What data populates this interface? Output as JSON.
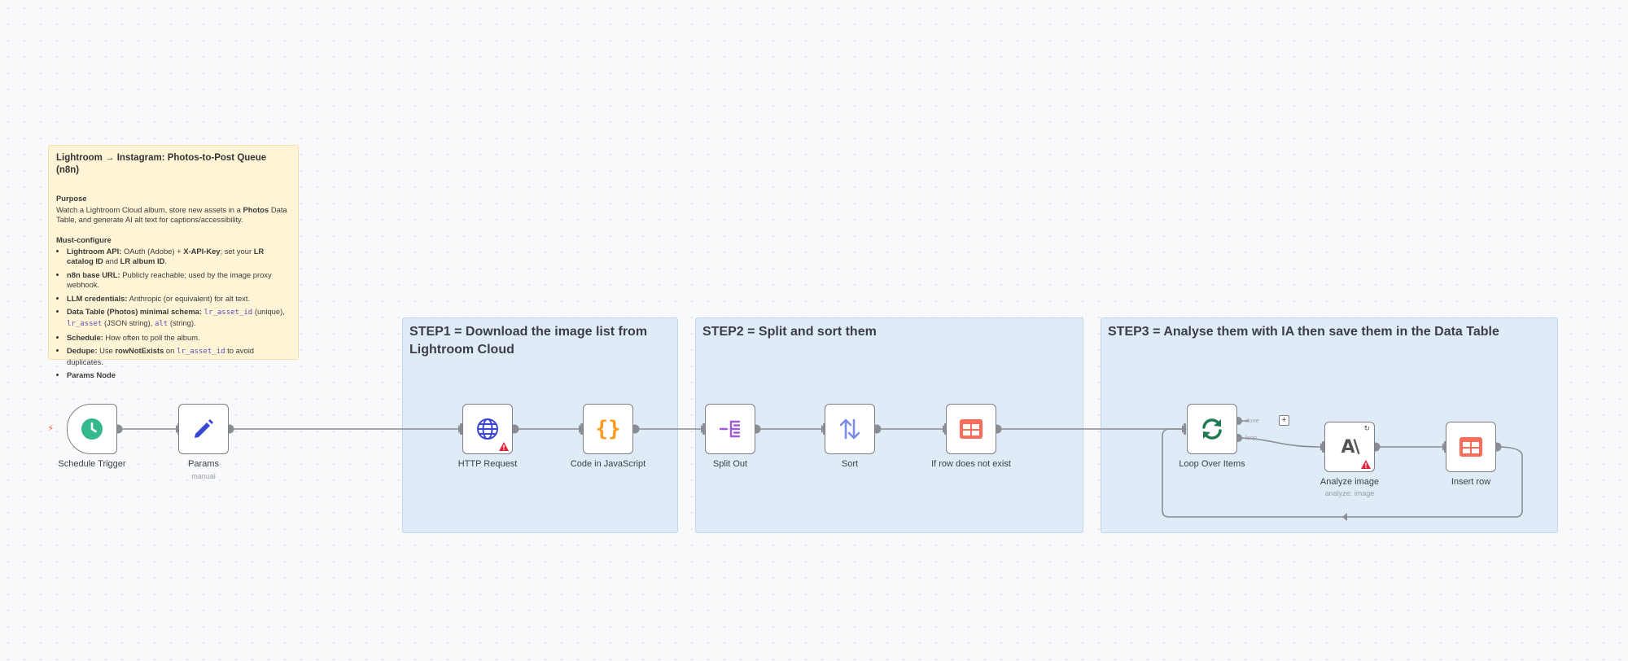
{
  "sticky": {
    "title": "Lightroom → Instagram: Photos-to-Post Queue (n8n)",
    "purpose_heading": "Purpose",
    "purpose_text_1": "Watch a Lightroom Cloud album, store new assets in a ",
    "purpose_bold": "Photos",
    "purpose_text_2": " Data Table, and generate AI alt text for captions/accessibility.",
    "config_heading": "Must-configure",
    "items": {
      "lr_label": "Lightroom API:",
      "lr_t1": " OAuth (Adobe) + ",
      "lr_b1": "X-API-Key",
      "lr_t2": "; set your ",
      "lr_b2": "LR catalog ID",
      "lr_t3": " and ",
      "lr_b3": "LR album ID",
      "lr_t4": ".",
      "base_label": "n8n base URL:",
      "base_text": " Publicly reachable; used by the image proxy webhook.",
      "llm_label": "LLM credentials:",
      "llm_text": " Anthropic (or equivalent) for alt text.",
      "dt_label": "Data Table (Photos) minimal schema:",
      "dt_code1": "lr_asset_id",
      "dt_t1": " (unique), ",
      "dt_code2": "lr_asset",
      "dt_t2": " (JSON string), ",
      "dt_code3": "alt",
      "dt_t3": " (string).",
      "sched_label": "Schedule:",
      "sched_text": " How often to poll the album.",
      "dedupe_label": "Dedupe:",
      "dedupe_t1": " Use ",
      "dedupe_b1": "rowNotExists",
      "dedupe_t2": " on ",
      "dedupe_code": "lr_asset_id",
      "dedupe_t3": " to avoid duplicates.",
      "params_label": "Params Node"
    }
  },
  "groups": {
    "step1": "STEP1 = Download the image list from Lightroom Cloud",
    "step2": "STEP2 = Split and sort them",
    "step3": "STEP3 = Analyse them with IA then save them in the Data Table"
  },
  "nodes": {
    "schedule": {
      "label": "Schedule Trigger",
      "icon": "clock-icon"
    },
    "params": {
      "label": "Params",
      "sub": "manual",
      "icon": "pencil-icon"
    },
    "http": {
      "label": "HTTP Request",
      "icon": "globe-icon"
    },
    "code": {
      "label": "Code in JavaScript",
      "icon": "braces-icon"
    },
    "split": {
      "label": "Split Out",
      "icon": "split-icon"
    },
    "sort": {
      "label": "Sort",
      "icon": "sort-arrows-icon"
    },
    "ifrow": {
      "label": "If row does not exist",
      "icon": "table-icon"
    },
    "loop": {
      "label": "Loop Over Items",
      "icon": "refresh-icon",
      "port_done": "done",
      "port_loop": "loop"
    },
    "analyze": {
      "label": "Analyze image",
      "sub": "analyze: image",
      "icon": "anthropic-icon"
    },
    "insert": {
      "label": "Insert row",
      "icon": "table-icon"
    }
  },
  "colors": {
    "canvas": "#f8f9fb",
    "group_fill": "#dfebf7",
    "sticky_fill": "#fff5d6",
    "connector": "#8a8d93",
    "trigger_green": "#35b98b",
    "params_blue": "#3a46d6",
    "code_orange": "#ff9b1a",
    "split_purple": "#a15bd8",
    "sort_blue": "#7b8ee6",
    "table_red": "#ff6d5a",
    "loop_green": "#1f7a52",
    "warning_red": "#e0243c"
  }
}
